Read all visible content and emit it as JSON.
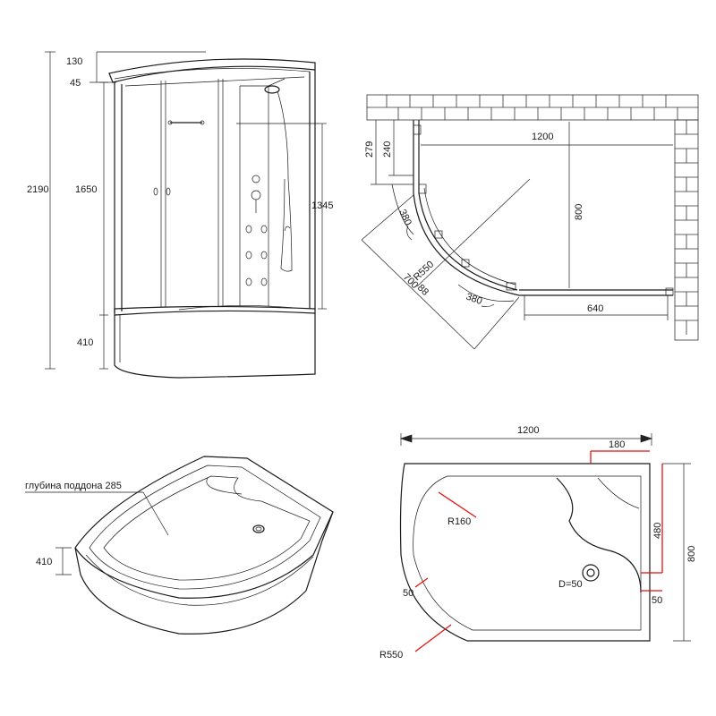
{
  "front_view": {
    "dim_total_height": "2190",
    "dim_top_cap": "130",
    "dim_top_gap": "45",
    "dim_glass_height": "1650",
    "dim_tray_height": "410",
    "dim_panel_height": "1345"
  },
  "plan_view": {
    "dim_width": "1200",
    "dim_depth": "800",
    "dim_279": "279",
    "dim_240": "240",
    "dim_380_top": "380",
    "dim_r550": "R550",
    "dim_700": "700",
    "dim_88": "88",
    "dim_380_bottom": "380",
    "dim_640": "640"
  },
  "tray_3d": {
    "depth_label": "глубина поддона 285",
    "dim_height": "410"
  },
  "tray_plan": {
    "dim_width": "1200",
    "dim_180": "180",
    "dim_480": "480",
    "dim_800": "800",
    "dim_r160": "R160",
    "dim_drain": "D=50",
    "dim_50_right": "50",
    "dim_50_left": "50",
    "dim_r550": "R550"
  },
  "colors": {
    "line": "#1a1a1a",
    "accent": "#e31212"
  }
}
